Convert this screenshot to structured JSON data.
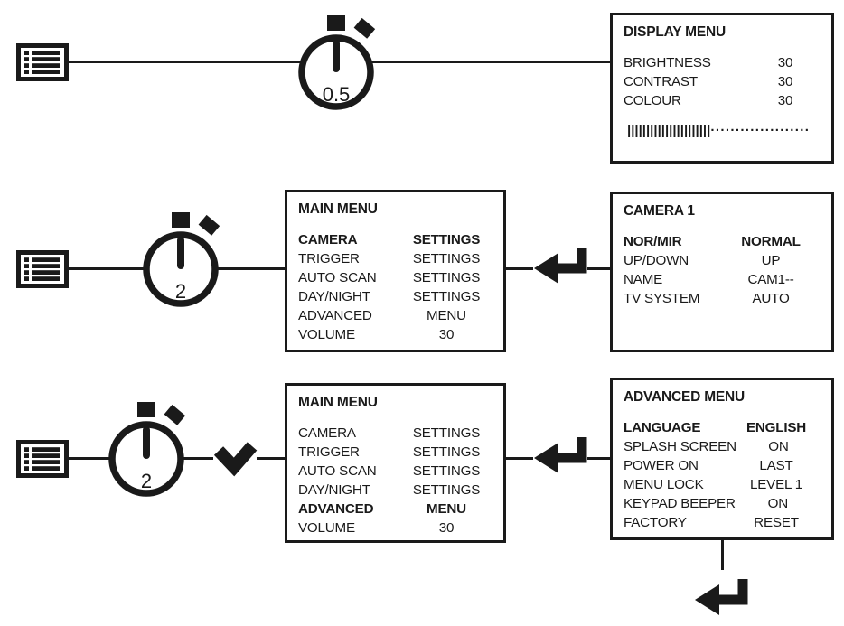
{
  "colors": {
    "ink": "#1a1a1a",
    "paper": "#ffffff"
  },
  "flow1": {
    "stopwatch_seconds": "0.5",
    "display_menu": {
      "title": "DISPLAY MENU",
      "items": [
        {
          "label": "BRIGHTNESS",
          "value": "30"
        },
        {
          "label": "CONTRAST",
          "value": "30"
        },
        {
          "label": "COLOUR",
          "value": "30"
        }
      ],
      "slider_filled": "||||||||||||||||||||||",
      "slider_dots": "····················"
    }
  },
  "flow2": {
    "stopwatch_seconds": "2",
    "main_menu": {
      "title": "MAIN MENU",
      "selected": "CAMERA",
      "rows": [
        {
          "label": "CAMERA",
          "value": "SETTINGS"
        },
        {
          "label": "TRIGGER",
          "value": "SETTINGS"
        },
        {
          "label": "AUTO SCAN",
          "value": "SETTINGS"
        },
        {
          "label": "DAY/NIGHT",
          "value": "SETTINGS"
        },
        {
          "label": "ADVANCED",
          "value": "MENU"
        },
        {
          "label": "VOLUME",
          "value": "30"
        }
      ]
    },
    "camera_menu": {
      "title": "CAMERA 1",
      "selected": "NOR/MIR",
      "rows": [
        {
          "label": "NOR/MIR",
          "value": "NORMAL"
        },
        {
          "label": "UP/DOWN",
          "value": "UP"
        },
        {
          "label": "NAME",
          "value": "CAM1--"
        },
        {
          "label": "TV SYSTEM",
          "value": "AUTO"
        }
      ]
    }
  },
  "flow3": {
    "stopwatch_seconds": "2",
    "main_menu": {
      "title": "MAIN MENU",
      "selected": "ADVANCED",
      "rows": [
        {
          "label": "CAMERA",
          "value": "SETTINGS"
        },
        {
          "label": "TRIGGER",
          "value": "SETTINGS"
        },
        {
          "label": "AUTO SCAN",
          "value": "SETTINGS"
        },
        {
          "label": "DAY/NIGHT",
          "value": "SETTINGS"
        },
        {
          "label": "ADVANCED",
          "value": "MENU"
        },
        {
          "label": "VOLUME",
          "value": "30"
        }
      ]
    },
    "advanced_menu": {
      "title": "ADVANCED MENU",
      "selected": "LANGUAGE",
      "rows": [
        {
          "label": "LANGUAGE",
          "value": "ENGLISH"
        },
        {
          "label": "SPLASH SCREEN",
          "value": "ON"
        },
        {
          "label": "POWER ON",
          "value": "LAST"
        },
        {
          "label": "MENU LOCK",
          "value": "LEVEL 1"
        },
        {
          "label": "KEYPAD BEEPER",
          "value": "ON"
        },
        {
          "label": "FACTORY",
          "value": "RESET"
        }
      ]
    }
  }
}
